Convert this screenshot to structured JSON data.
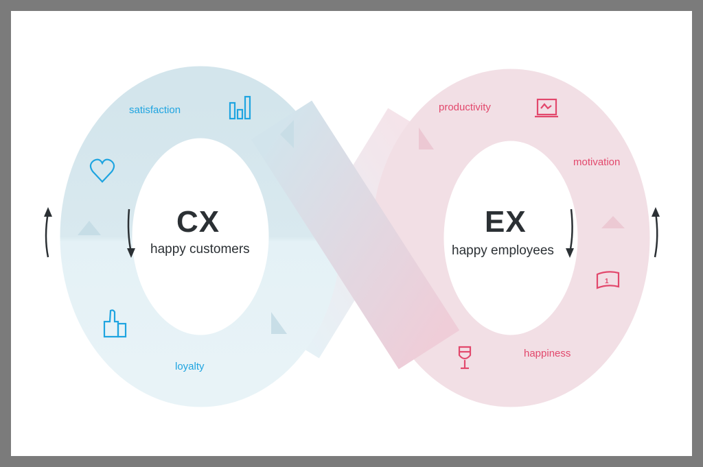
{
  "left_loop": {
    "title": "CX",
    "subtitle": "happy customers",
    "labels": [
      "satisfaction",
      "loyalty"
    ],
    "icons": [
      "bar-chart-icon",
      "heart-icon",
      "thumbs-up-icon"
    ],
    "color": "#1ea4e0"
  },
  "right_loop": {
    "title": "EX",
    "subtitle": "happy employees",
    "labels": [
      "productivity",
      "motivation",
      "happiness"
    ],
    "icons": [
      "laptop-chart-icon",
      "money-bill-icon",
      "wine-glass-icon"
    ],
    "color": "#e2486c"
  }
}
